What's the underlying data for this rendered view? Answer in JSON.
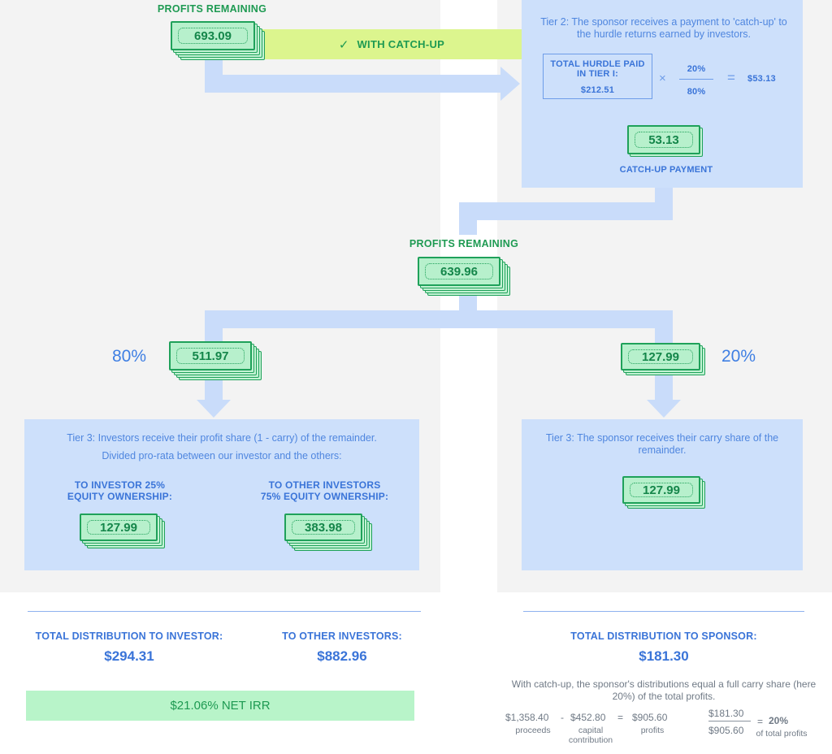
{
  "top": {
    "profits_remaining_label": "PROFITS REMAINING",
    "profits_remaining_value": "693.09",
    "catch_up_label": "WITH CATCH-UP",
    "check_glyph": "✓"
  },
  "tier2": {
    "description": "Tier 2: The sponsor receives a payment to 'catch-up' to the hurdle returns earned by investors.",
    "hurdle_label": "TOTAL HURDLE PAID IN TIER I:",
    "hurdle_value": "$212.51",
    "times": "×",
    "numerator": "20%",
    "denominator": "80%",
    "equals": "=",
    "result": "$53.13",
    "payment_value": "53.13",
    "payment_label": "CATCH-UP PAYMENT"
  },
  "middle": {
    "profits_remaining_label": "PROFITS REMAINING",
    "profits_remaining_value": "639.96"
  },
  "split": {
    "left_pct": "80%",
    "left_value": "511.97",
    "right_pct": "20%",
    "right_value": "127.99"
  },
  "tier3_left": {
    "line1": "Tier 3: Investors receive their profit share (1 - carry) of the remainder.",
    "line2": "Divided pro-rata between our investor and the others:",
    "investor_heading": "TO INVESTOR 25% EQUITY OWNERSHIP:",
    "investor_value": "127.99",
    "others_heading": "TO OTHER INVESTORS 75% EQUITY OWNERSHIP:",
    "others_value": "383.98"
  },
  "tier3_right": {
    "description": "Tier 3: The sponsor receives their carry share of the remainder.",
    "value": "127.99"
  },
  "totals": {
    "investor_label": "TOTAL DISTRIBUTION TO INVESTOR:",
    "investor_value": "$294.31",
    "others_label": "TO OTHER INVESTORS:",
    "others_value": "$882.96",
    "irr": "$21.06% NET IRR",
    "sponsor_label": "TOTAL DISTRIBUTION TO SPONSOR:",
    "sponsor_value": "$181.30",
    "note": "With catch-up, the sponsor's distributions equal a full carry share (here 20%) of the total profits.",
    "proceeds_value": "$1,358.40",
    "proceeds_label": "proceeds",
    "minus": "-",
    "capital_value": "$452.80",
    "capital_label": "capital contribution",
    "eq1": "=",
    "profits_value": "$905.60",
    "profits_label": "profits",
    "frac_num": "$181.30",
    "frac_den": "$905.60",
    "eq2": "=",
    "pct_result": "20%",
    "pct_label": "of total profits"
  },
  "colors": {
    "panel": "#cde0fb",
    "flow": "#c9dcfa",
    "money_green": "#1fa15a",
    "strip": "#dcf58e",
    "accent_blue": "#3a74d8",
    "irr_bg": "#b8f4c9"
  },
  "icons": [
    "checkmark-icon",
    "banknote-stack-icon"
  ]
}
